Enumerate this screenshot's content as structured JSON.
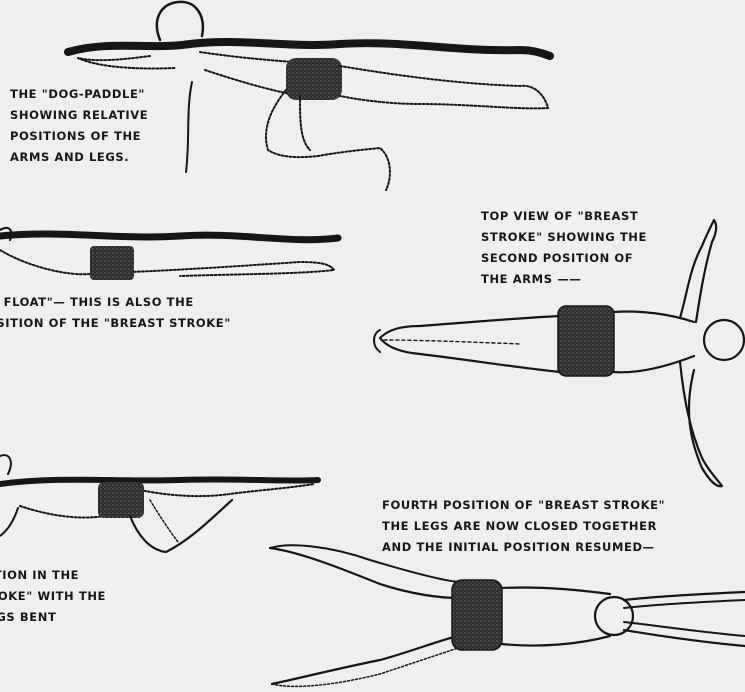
{
  "captions": {
    "dog_paddle": [
      "THE \"DOG-PADDLE\"",
      "SHOWING RELATIVE",
      "POSITIONS OF THE",
      "ARMS AND LEGS."
    ],
    "float": [
      "'S FLOAT\"— THIS IS ALSO THE",
      "OSITION OF THE \"BREAST STROKE\""
    ],
    "top_view": [
      "TOP VIEW OF \"BREAST",
      "STROKE\" SHOWING THE",
      "SECOND POSITION OF",
      "THE ARMS ——"
    ],
    "fourth_position": [
      "FOURTH POSITION OF \"BREAST STROKE\"",
      "THE LEGS ARE NOW CLOSED TOGETHER",
      "AND THE INITIAL POSITION RESUMED—"
    ],
    "third_position": [
      "SITION IN THE",
      "TROKE\" WITH THE",
      "LEGS BENT"
    ]
  },
  "colors": {
    "ink": "#161616",
    "paper": "#efefed",
    "swimsuit": "#3a3a3a"
  }
}
